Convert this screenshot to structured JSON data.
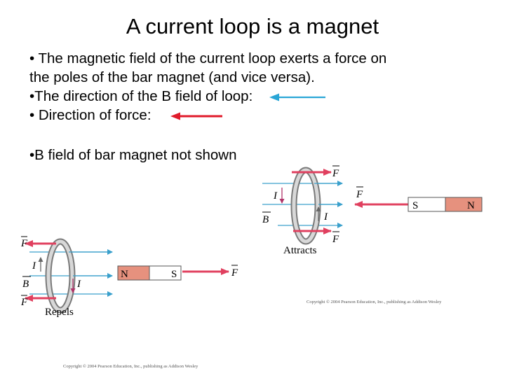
{
  "slide": {
    "title": "A current loop is a magnet",
    "bullets": {
      "b1_line1": "•  The magnetic field of the current loop exerts a force on",
      "b1_line2": "the poles of the bar magnet (and vice versa).",
      "b2": "•The direction of the B field of loop:",
      "b3": "• Direction of force:",
      "b4": "•B field of bar magnet not shown"
    },
    "legend_colors": {
      "b_field": "#2aa6d6",
      "force": "#e01b2b"
    }
  },
  "attract_figure": {
    "caption": "Attracts",
    "current_label": "I",
    "b_label": "B",
    "force_label": "F",
    "magnet_left": "S",
    "magnet_right": "N",
    "copyright": "Copyright © 2004 Pearson Education, Inc., publishing as Addison Wesley"
  },
  "repel_figure": {
    "caption": "Repels",
    "current_label": "I",
    "b_label": "B",
    "force_label": "F",
    "magnet_left": "N",
    "magnet_right": "S",
    "copyright": "Copyright © 2004 Pearson Education, Inc., publishing as Addison Wesley"
  }
}
